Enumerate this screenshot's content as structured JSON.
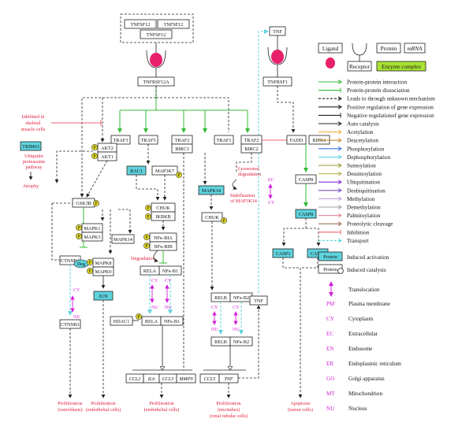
{
  "ligand_complex": {
    "a": "TNFSF12",
    "b": "TNFSF12",
    "c": "TNFSF12"
  },
  "tnf_top": "TNF",
  "receptors": {
    "left": "TNFRSF12A",
    "right": "TNFRSF1"
  },
  "nodes": {
    "traf3": "TRAF3",
    "traf5": "TRAF5",
    "traf2a": "TRAF2",
    "birc3": "BIRC3",
    "traf1": "TRAF1",
    "traf2b": "TRAF2",
    "birc2": "BIRC2",
    "fadd": "FADD",
    "ripk1": "RIPK1",
    "casp8a": "CASP8",
    "casp8b": "CASP8",
    "casp3": "CASP3",
    "casp7": "CASP7",
    "trim63": "TRIM63",
    "akt2": "AKT2",
    "akt1": "AKT1",
    "gsk3b": "GSK3B",
    "mapk1": "MAPK1",
    "mapk3": "MAPK3",
    "mapk14a": "MAPK14",
    "mapk14b": "MAPK14",
    "mapk8": "MAPK8",
    "mapk9": "MAPK9",
    "jun": "JUN",
    "rac1": "RAC1",
    "map3k7": "MAP3K7",
    "chuka": "CHUK",
    "ikbkb": "IKBKB",
    "nfkbia": "NFκ-BIA",
    "nfkbib": "NFκ-BIB",
    "rela1": "RELA",
    "nfkb1a": "NFκ-B1",
    "rela2": "RELA",
    "nfkb1b": "NFκ-B1",
    "hdac1": "HDAC1",
    "chukb": "CHUK",
    "relb1": "RELB",
    "nfkb2a": "NFκ-B2",
    "relb2": "RELB",
    "nfkb2b": "NFκ-B2",
    "tnf_low": "TNF",
    "ctnnb1a": "CTNNB1",
    "ctnnb1b": "CTNNB1",
    "deg": "Deg"
  },
  "phos_symbol": "P",
  "genes": {
    "ccl2": "CCL2",
    "il6": "IL6",
    "ccl5a": "CCL5",
    "mmp9": "MMP9",
    "ccl5b": "CCL5",
    "tnf": "TNF"
  },
  "notes": {
    "inhibited": [
      "Inhibited in",
      "skeletal",
      "muscle cells"
    ],
    "ubiquitin": [
      "Ubiquitin",
      "proteasome",
      "pathway"
    ],
    "atrophy": "Atrophy",
    "lysosomal": [
      "Lysosomal",
      "degradation"
    ],
    "stabilization": [
      "Stabilization",
      "of MAP3K14"
    ],
    "degradation": "Degradation"
  },
  "compartments": {
    "cy": "CY",
    "nu": "NU",
    "ec": "EC"
  },
  "outcomes": [
    [
      "Proliferation",
      "(osteoblasts)"
    ],
    [
      "Proliferation",
      "(endothelial cells)"
    ],
    [
      "Proliferation",
      "(endothelial cells)"
    ],
    [
      "Proliferation",
      "(myotubes)",
      "(renal tubular cells)"
    ],
    [
      "Apoptosis",
      "(tumor cells)"
    ]
  ],
  "legend": {
    "ligand": "Ligand",
    "receptor": "Receptor",
    "protein": "Protein",
    "mrna": "mRNA",
    "enzyme": "Enzyme complex",
    "lines": [
      {
        "label": "Protein-protein interaction",
        "color": "#33bb33"
      },
      {
        "label": "Protein-protein dissociation",
        "color": "#33bb33"
      },
      {
        "label": "Leads to through unknown mechanism",
        "color": "#222222"
      },
      {
        "label": "Positive regulation of gene expression",
        "color": "#222222"
      },
      {
        "label": "Negative regulationof gene expression",
        "color": "#222222"
      },
      {
        "label": "Auto catalysis",
        "color": "#222222"
      },
      {
        "label": "Acetylation",
        "color": "#f2b24a"
      },
      {
        "label": "Deacetylation",
        "color": "#c58a3a"
      },
      {
        "label": "Phosphorylation",
        "color": "#3a6fe0"
      },
      {
        "label": "Dephosphorylation",
        "color": "#5fd3dd"
      },
      {
        "label": "Sumoylation",
        "color": "#9a9a28"
      },
      {
        "label": "Desumoylation",
        "color": "#b6b64e"
      },
      {
        "label": "Ubiquitination",
        "color": "#8a2be2"
      },
      {
        "label": "Deubiquitination",
        "color": "#7a4fc4"
      },
      {
        "label": "Methylation",
        "color": "#c8a0d8"
      },
      {
        "label": "Demethylation",
        "color": "#9fa0a8"
      },
      {
        "label": "Palmitoylation",
        "color": "#e08a9a"
      },
      {
        "label": "Proteolytic cleavage",
        "color": "#a07050"
      },
      {
        "label": "Inhibition",
        "color": "#f06070"
      },
      {
        "label": "Transport",
        "color": "#5fd3dd"
      }
    ],
    "induced_activation": "Induced activation",
    "induced_catalysis": "Induced catalysis",
    "protein_small": "Protein",
    "translocation": "Translocation",
    "locations": [
      {
        "code": "PM",
        "name": "Plasma membrane"
      },
      {
        "code": "CY",
        "name": "Cytoplasm"
      },
      {
        "code": "EC",
        "name": "Extracellular"
      },
      {
        "code": "EN",
        "name": "Endosome"
      },
      {
        "code": "ER",
        "name": "Endoplasmic reticulum"
      },
      {
        "code": "GO",
        "name": "Golgi apparatus"
      },
      {
        "code": "MT",
        "name": "Mitochondrion"
      },
      {
        "code": "NU",
        "name": "Nucleus"
      }
    ]
  }
}
